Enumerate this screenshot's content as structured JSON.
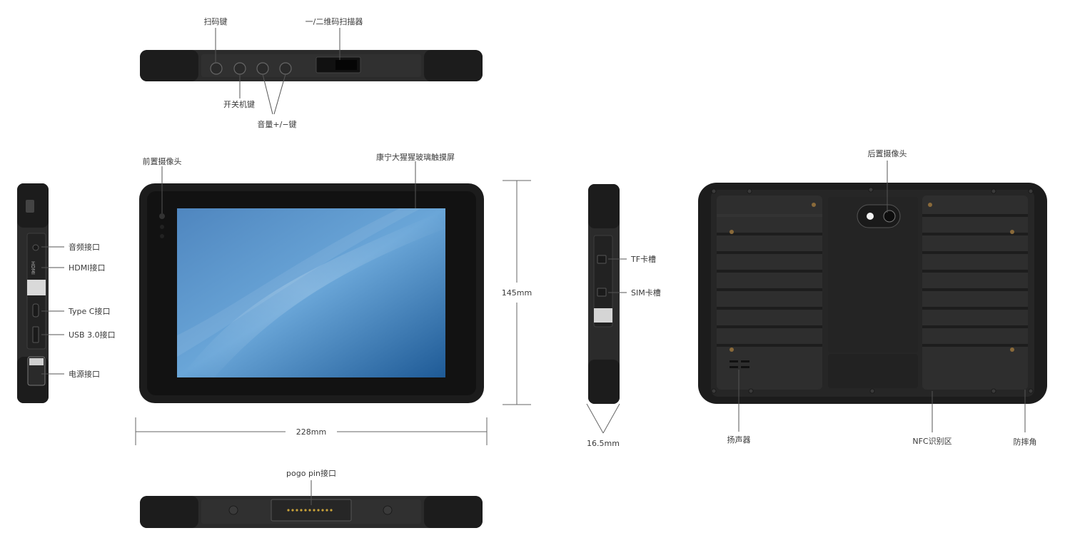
{
  "labels": {
    "scan_key": "扫码键",
    "barcode_scanner": "一/二维码扫描器",
    "power_key": "开关机键",
    "volume_key": "音量+/−键",
    "front_camera": "前置摄像头",
    "gorilla_glass": "康宁大猩猩玻璃触摸屏",
    "audio_port": "音频接口",
    "hdmi_port": "HDMI接口",
    "type_c_port": "Type C接口",
    "usb_port": "USB 3.0接口",
    "power_port": "电源接口",
    "height": "145mm",
    "width": "228mm",
    "tf_slot": "TF卡槽",
    "sim_slot": "SIM卡槽",
    "thickness": "16.5mm",
    "rear_camera": "后置摄像头",
    "speaker": "扬声器",
    "nfc_area": "NFC识别区",
    "corner_guard": "防摔角",
    "pogo_pin": "pogo pin接口",
    "hdmi_print": "HDMI"
  },
  "colors": {
    "device_body": "#2b2b2b",
    "bumper": "#1c1c1c",
    "screen_top": "#5b8fc4",
    "screen_bottom": "#1f5f9c",
    "label_text": "#3a3a3a"
  }
}
